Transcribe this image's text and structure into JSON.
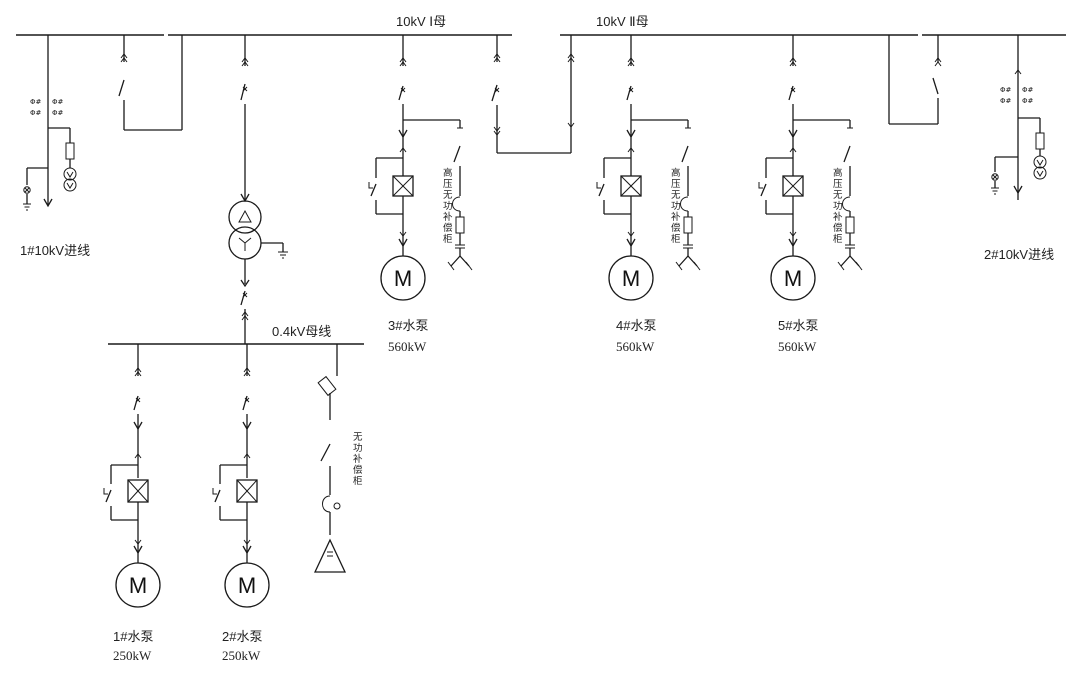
{
  "buses": {
    "bus1_label": "10kV Ⅰ母",
    "bus2_label": "10kV Ⅱ母",
    "low_bus_label": "0.4kV母线"
  },
  "incoming": {
    "line1_label": "1#10kV进线",
    "line2_label": "2#10kV进线"
  },
  "pumps": [
    {
      "name": "1#水泵",
      "power": "250kW"
    },
    {
      "name": "2#水泵",
      "power": "250kW"
    },
    {
      "name": "3#水泵",
      "power": "560kW"
    },
    {
      "name": "4#水泵",
      "power": "560kW"
    },
    {
      "name": "5#水泵",
      "power": "560kW"
    }
  ],
  "motor_symbol": "M",
  "compensation": {
    "hv_chars": [
      "高",
      "压",
      "无",
      "功",
      "补",
      "偿",
      "柜"
    ],
    "lv_chars": [
      "无",
      "功",
      "补",
      "偿",
      "柜"
    ]
  },
  "ct_marks": [
    "Φ#",
    "Φ#"
  ]
}
